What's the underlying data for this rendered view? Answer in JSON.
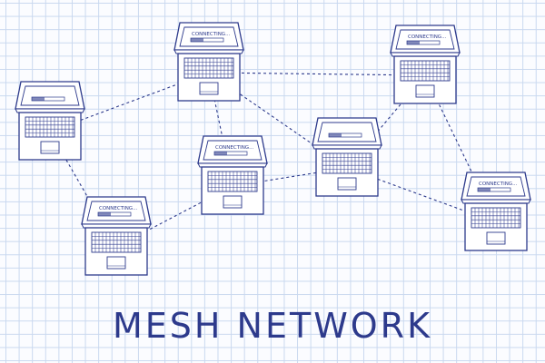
{
  "title": "MESH NETWORK",
  "laptop_label": "CONNECTING...",
  "colors": {
    "ink": "#2d3a8c",
    "grid": "#c9d8ef",
    "paper": "#fbfcff"
  },
  "icons": [
    "laptop-icon"
  ],
  "nodes": [
    {
      "id": "n1",
      "label": ""
    },
    {
      "id": "n2",
      "label": "CONNECTING..."
    },
    {
      "id": "n3",
      "label": "CONNECTING..."
    },
    {
      "id": "n4",
      "label": "CONNECTING..."
    },
    {
      "id": "n5",
      "label": ""
    },
    {
      "id": "n6",
      "label": "CONNECTING..."
    },
    {
      "id": "n7",
      "label": "CONNECTING..."
    }
  ],
  "links": [
    [
      "n1",
      "n2"
    ],
    [
      "n1",
      "n6"
    ],
    [
      "n2",
      "n3"
    ],
    [
      "n2",
      "n4"
    ],
    [
      "n3",
      "n5"
    ],
    [
      "n3",
      "n7"
    ],
    [
      "n2",
      "n5"
    ],
    [
      "n4",
      "n5"
    ],
    [
      "n6",
      "n4"
    ],
    [
      "n5",
      "n7"
    ]
  ]
}
